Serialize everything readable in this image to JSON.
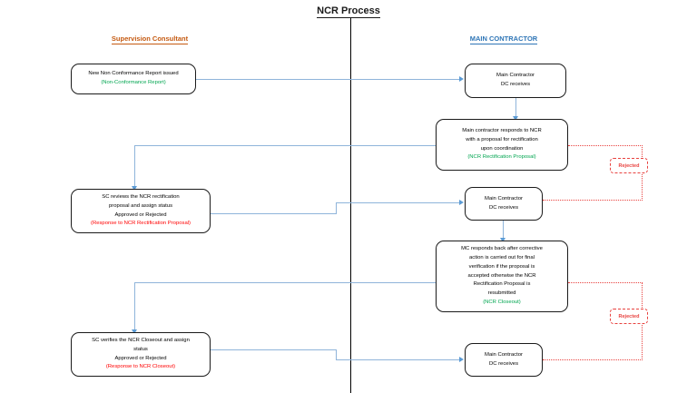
{
  "diagram": {
    "title": "NCR Process",
    "colors": {
      "lane_sc": "#c55a11",
      "lane_mc": "#2e75b6",
      "connector_blue": "#5b9bd5",
      "reject_red": "#e8423f",
      "doc_green": "#00a550",
      "doc_red": "#ff0000",
      "node_border": "#1a1a1a"
    },
    "lanes": [
      {
        "id": "sc",
        "label": "Supervision Consultant"
      },
      {
        "id": "mc",
        "label": "MAIN CONTRACTOR"
      }
    ],
    "nodes": [
      {
        "id": "new-ncr-issued",
        "lane": "sc",
        "lines": [
          "New Non Conformance Report issued"
        ],
        "document": "(Non-Conformance Report)"
      },
      {
        "id": "mc-dc-receives-1",
        "lane": "mc",
        "lines": [
          "Main Contractor",
          "DC receives"
        ],
        "document": ""
      },
      {
        "id": "mc-responds-proposal",
        "lane": "mc",
        "lines": [
          "Main contractor responds to NCR",
          "with a proposal for rectification",
          "upon coordination"
        ],
        "document": "(NCR Rectification Proposal)"
      },
      {
        "id": "sc-reviews-proposal",
        "lane": "sc",
        "lines": [
          "SC reviews the NCR rectification",
          "proposal and assign status",
          "Approved or Rejected"
        ],
        "document": "(Response to NCR Rectification Proposal)"
      },
      {
        "id": "mc-dc-receives-2",
        "lane": "mc",
        "lines": [
          "Main Contractor",
          "DC receives"
        ],
        "document": ""
      },
      {
        "id": "mc-responds-closeout",
        "lane": "mc",
        "lines": [
          "MC responds back after corrective",
          "action is carried out for final",
          "verification if the proposal is",
          "accepted otherwise the NCR",
          "Rectification Proposal is",
          "resubmitted"
        ],
        "document": "(NCR Closeout)"
      },
      {
        "id": "sc-verifies-closeout",
        "lane": "sc",
        "lines": [
          "SC verifies the NCR Closeout and assign",
          "status",
          "Approved or Rejected"
        ],
        "document": "(Response to NCR Closeout)"
      },
      {
        "id": "mc-dc-receives-3",
        "lane": "mc",
        "lines": [
          "Main Contractor",
          "DC receives"
        ],
        "document": ""
      }
    ],
    "reject_labels": [
      {
        "id": "rejected-proposal",
        "label": "Rejected"
      },
      {
        "id": "rejected-closeout",
        "label": "Rejected"
      }
    ]
  }
}
